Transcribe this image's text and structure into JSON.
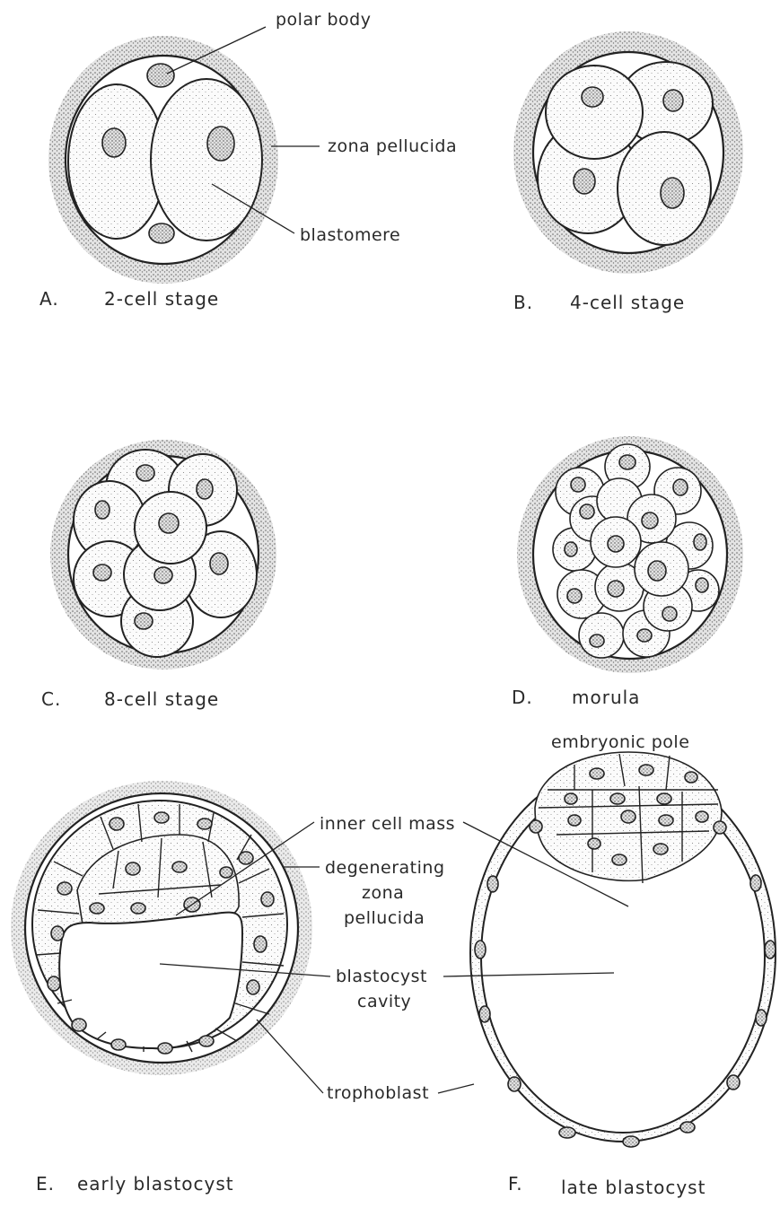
{
  "panels": {
    "a": {
      "letter": "A.",
      "caption": "2-cell stage"
    },
    "b": {
      "letter": "B.",
      "caption": "4-cell stage"
    },
    "c": {
      "letter": "C.",
      "caption": "8-cell stage"
    },
    "d": {
      "letter": "D.",
      "caption": "morula"
    },
    "e": {
      "letter": "E.",
      "caption": "early blastocyst"
    },
    "f": {
      "letter": "F.",
      "caption": "late blastocyst"
    }
  },
  "labels": {
    "polar_body": "polar body",
    "zona_pellucida": "zona pellucida",
    "blastomere": "blastomere",
    "embryonic_pole": "embryonic pole",
    "inner_cell_mass": "inner cell mass",
    "degenerating_zona_pellucida": [
      "degenerating",
      "zona",
      "pellucida"
    ],
    "blastocyst_cavity": [
      "blastocyst",
      "cavity"
    ],
    "trophoblast": "trophoblast"
  }
}
